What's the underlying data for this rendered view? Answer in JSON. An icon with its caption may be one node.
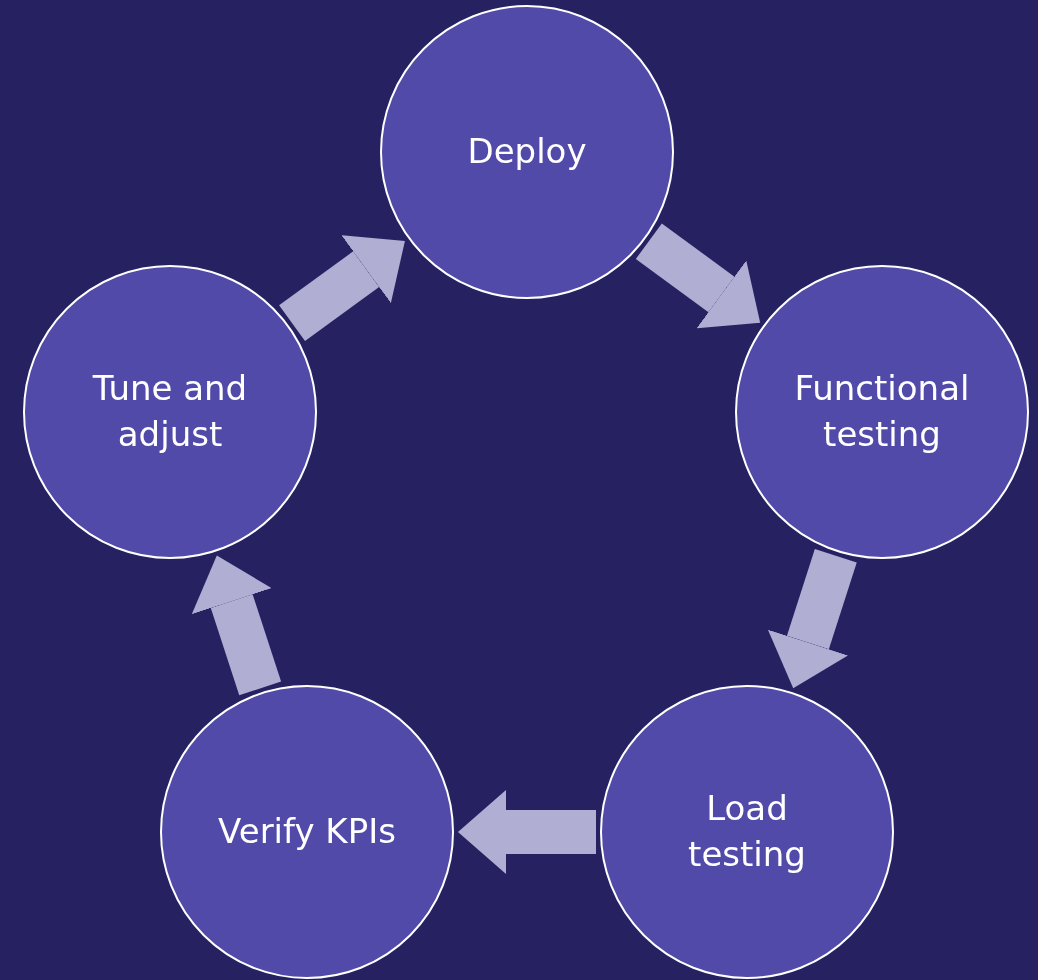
{
  "diagram": {
    "nodes": [
      {
        "text": [
          "Deploy"
        ]
      },
      {
        "text": [
          "Functional testing"
        ]
      },
      {
        "text": [
          "Load testing"
        ]
      },
      {
        "text": [
          "Verify KPIs"
        ]
      },
      {
        "text": [
          "Tune and adjust"
        ]
      }
    ],
    "edges": [
      {
        "from": 0,
        "to": 1,
        "arrow": "to"
      },
      {
        "from": 1,
        "to": 2,
        "arrow": "to"
      },
      {
        "from": 2,
        "to": 3,
        "arrow": "to"
      },
      {
        "from": 3,
        "to": 4,
        "arrow": "to"
      },
      {
        "from": 4,
        "to": 0,
        "arrow": "to"
      }
    ]
  }
}
